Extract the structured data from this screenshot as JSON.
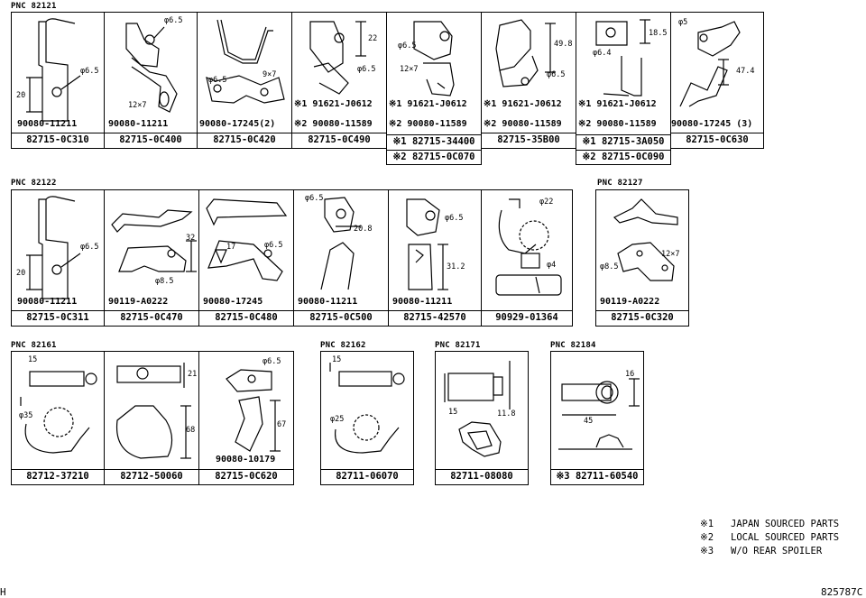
{
  "groups": {
    "g82121": "PNC 82121",
    "g82122": "PNC 82122",
    "g82127": "PNC 82127",
    "g82161": "PNC 82161",
    "g82162": "PNC 82162",
    "g82171": "PNC 82171",
    "g82184": "PNC 82184"
  },
  "row1": [
    {
      "part": "82715-0C310",
      "bolt": "90080-11211",
      "dims": [
        "φ6.5",
        "20"
      ]
    },
    {
      "part": "82715-0C400",
      "bolt": "90080-11211",
      "dims": [
        "φ6.5",
        "12×7"
      ]
    },
    {
      "part": "82715-0C420",
      "bolt": "90080-17245(2)",
      "dims": [
        "φ6.5",
        "9×7"
      ]
    },
    {
      "part": "82715-0C490",
      "bolt1": "※1 91621-J0612",
      "bolt2": "※2 90080-11589",
      "dims": [
        "22",
        "φ6.5"
      ]
    },
    {
      "part1": "※1 82715-34400",
      "part2": "※2 82715-0C070",
      "bolt1": "※1 91621-J0612",
      "bolt2": "※2 90080-11589",
      "dims": [
        "φ6.5",
        "12×7"
      ]
    },
    {
      "part": "82715-35B00",
      "bolt1": "※1 91621-J0612",
      "bolt2": "※2 90080-11589",
      "dims": [
        "49.8",
        "φ6.5"
      ]
    },
    {
      "part1": "※1 82715-3A050",
      "part2": "※2 82715-0C090",
      "bolt1": "※1 91621-J0612",
      "bolt2": "※2 90080-11589",
      "dims": [
        "18.5",
        "φ6.4"
      ]
    },
    {
      "part": "82715-0C630",
      "bolt": "90080-17245 (3)",
      "dims": [
        "φ5",
        "47.4"
      ]
    }
  ],
  "row2": [
    {
      "part": "82715-0C311",
      "bolt": "90080-11211",
      "dims": [
        "φ6.5",
        "20"
      ]
    },
    {
      "part": "82715-0C470",
      "bolt": "90119-A0222",
      "dims": [
        "32",
        "φ8.5"
      ]
    },
    {
      "part": "82715-0C480",
      "bolt": "90080-17245",
      "dims": [
        "17",
        "φ6.5"
      ]
    },
    {
      "part": "82715-0C500",
      "bolt": "90080-11211",
      "dims": [
        "φ6.5",
        "20.8"
      ]
    },
    {
      "part": "82715-42570",
      "bolt": "90080-11211",
      "dims": [
        "φ6.5",
        "31.2"
      ]
    },
    {
      "part": "90929-01364",
      "dims": [
        "φ22",
        "φ4"
      ]
    },
    {
      "part": "82715-0C320",
      "bolt": "90119-A0222",
      "dims": [
        "12×7",
        "φ8.5"
      ]
    }
  ],
  "row3": [
    {
      "part": "82712-37210",
      "dims": [
        "15",
        "φ35"
      ]
    },
    {
      "part": "82712-50060",
      "dims": [
        "21",
        "68"
      ]
    },
    {
      "part": "82715-0C620",
      "bolt": "90080-10179",
      "dims": [
        "φ6.5",
        "67"
      ]
    },
    {
      "part": "82711-06070",
      "dims": [
        "15",
        "φ25"
      ]
    },
    {
      "part": "82711-08080",
      "dims": [
        "15",
        "11.8"
      ]
    },
    {
      "part": "※3 82711-60540",
      "dims": [
        "16",
        "45"
      ]
    }
  ],
  "legend": [
    {
      "mark": "※1",
      "text": "JAPAN SOURCED PARTS"
    },
    {
      "mark": "※2",
      "text": "LOCAL SOURCED PARTS"
    },
    {
      "mark": "※3",
      "text": "W/O REAR SPOILER"
    }
  ],
  "corner_left": "H",
  "diagram_code": "825787C"
}
